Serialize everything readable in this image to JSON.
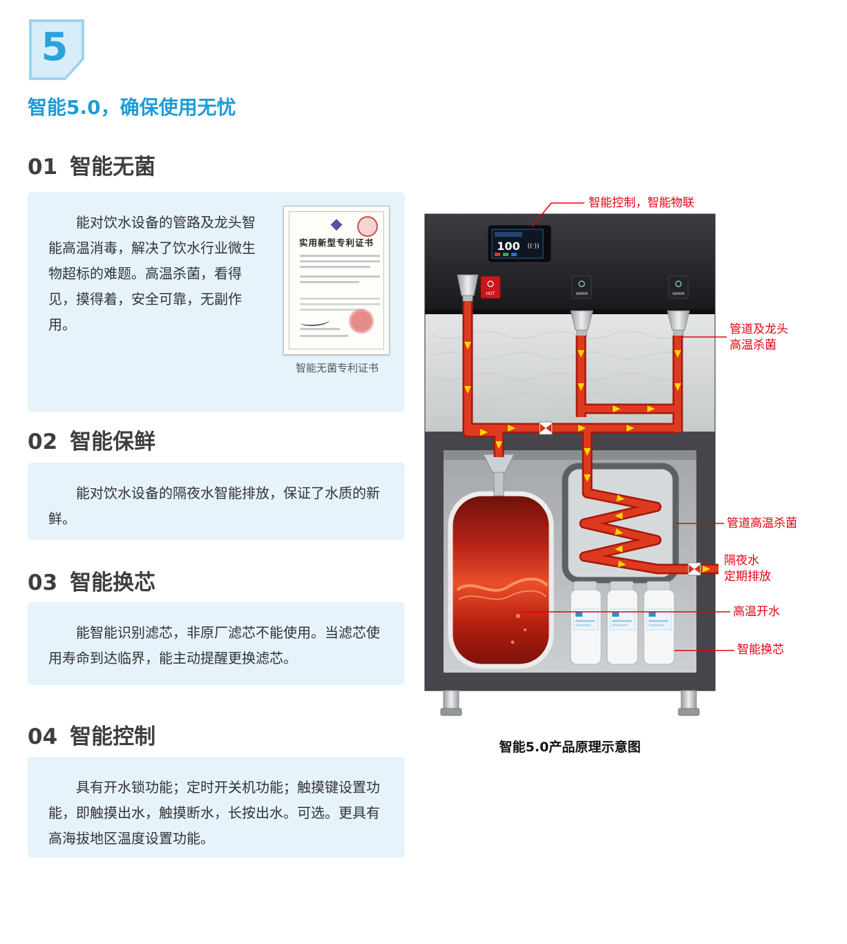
{
  "page": {
    "badge_number": "5",
    "main_title": "智能5.0，确保使用无忧"
  },
  "sections": [
    {
      "number": "01",
      "title": "智能无菌",
      "body": "能对饮水设备的管路及龙头智能高温消毒，解决了饮水行业微生物超标的难题。高温杀菌，看得见，摸得着，安全可靠，无副作用。"
    },
    {
      "number": "02",
      "title": "智能保鲜",
      "body": "能对饮水设备的隔夜水智能排放，保证了水质的新鲜。"
    },
    {
      "number": "03",
      "title": "智能换芯",
      "body": "能智能识别滤芯，非原厂滤芯不能使用。当滤芯使用寿命到达临界，能主动提醒更换滤芯。"
    },
    {
      "number": "04",
      "title": "智能控制",
      "body": "具有开水锁功能；定时开关机功能；触摸键设置功能，即触摸出水，触摸断水，长按出水。可选。更具有高海拔地区温度设置功能。"
    }
  ],
  "certificate": {
    "title": "实用新型专利证书",
    "caption": "智能无菌专利证书"
  },
  "diagram": {
    "caption": "智能5.0产品原理示意图",
    "display_value": "100",
    "faucets": {
      "hot": "HOT",
      "warm": "WARM"
    },
    "callouts": {
      "smart_control": "智能控制，智能物联",
      "pipe_faucet_line1": "管道及龙头",
      "pipe_faucet_line2": "高温杀菌",
      "pipe_sterilize": "管道高温杀菌",
      "overnight_line1": "隔夜水",
      "overnight_line2": "定期排放",
      "hot_water": "高温开水",
      "filter_change": "智能换芯"
    }
  },
  "colors": {
    "accent_blue": "#1e9cd6",
    "callout_red": "#e60012",
    "pipe_red": "#d8301c",
    "panel_bg": "#e6f3fb"
  }
}
